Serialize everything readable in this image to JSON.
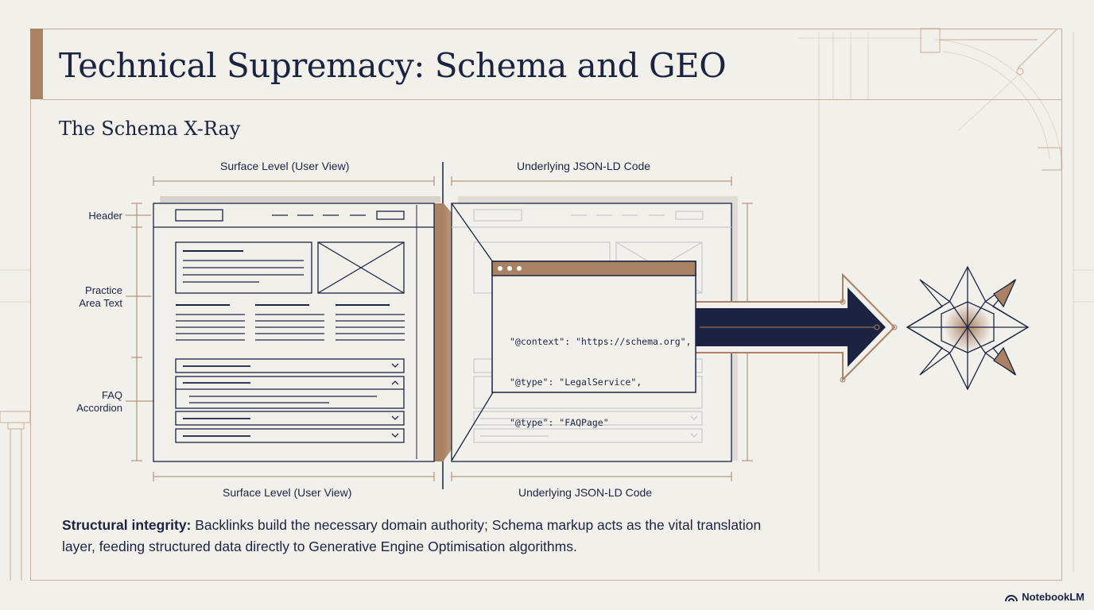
{
  "title": "Technical Supremacy: Schema and GEO",
  "subtitle": "The Schema X-Ray",
  "diagram": {
    "surface_top_label": "Surface Level (User View)",
    "surface_bottom_label": "Surface Level (User View)",
    "code_top_label": "Underlying JSON-LD Code",
    "code_bottom_label": "Underlying JSON-LD Code",
    "side_labels": {
      "header": "Header",
      "practice_line1": "Practice",
      "practice_line2": "Area Text",
      "faq_line1": "FAQ",
      "faq_line2": "Accordion"
    },
    "code_lines": [
      "\"@context\": \"https://schema.org\",",
      "\"@type\": \"LegalService\",",
      "\"@type\": \"FAQPage\""
    ]
  },
  "body": {
    "lead": "Structural integrity:",
    "text": " Backlinks build the necessary domain authority; Schema markup acts as the vital translation layer, feeding structured data directly to Generative Engine Optimisation algorithms."
  },
  "brand": "NotebookLM",
  "colors": {
    "navy": "#1c2340",
    "bronze": "#a98264",
    "background": "#f2f0eb"
  }
}
